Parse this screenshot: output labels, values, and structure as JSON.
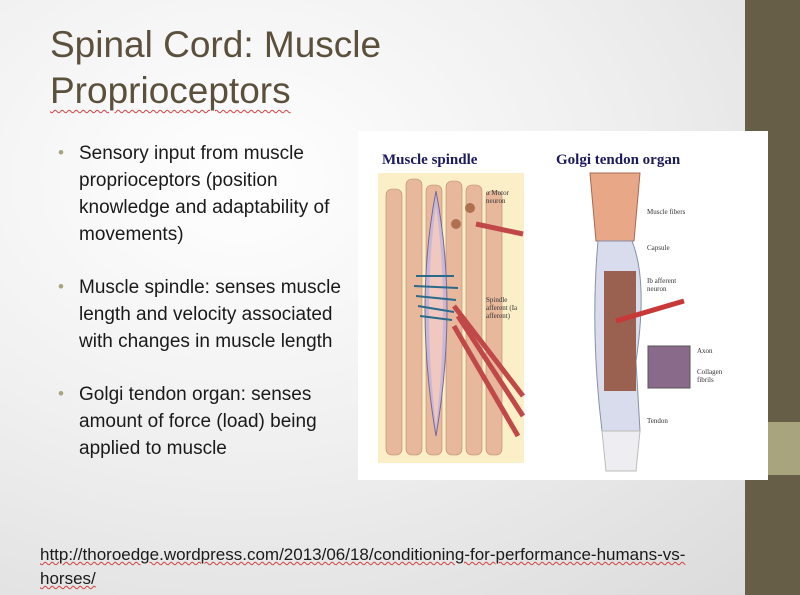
{
  "slide": {
    "title_line1": "Spinal Cord: Muscle",
    "title_line2": "Proprioceptors",
    "bullets": [
      {
        "text": "Sensory input from muscle proprioceptors (position knowledge and adaptability of movements)"
      },
      {
        "text": "Muscle spindle: senses muscle length and velocity associated with changes in muscle length"
      },
      {
        "text": "Golgi tendon organ: senses amount of force (load) being applied to muscle"
      }
    ],
    "source_url": "http://thoroedge.wordpress.com/2013/06/18/conditioning-for-performance-humans-vs-horses/"
  },
  "figure": {
    "left_title": "Muscle spindle",
    "right_title": "Golgi tendon organ",
    "labels": {
      "motor_neuron": "α Motor neuron",
      "spindle_afferent": "Spindle afferent (Ia afferent)",
      "muscle_fibers": "Muscle fibers",
      "capsule": "Capsule",
      "ib_afferent": "Ib afferent neuron",
      "axon": "Axon",
      "collagen": "Collagen fibrils",
      "tendon": "Tendon"
    }
  },
  "colors": {
    "sidebar": "#675e48",
    "accent": "#a8a57e",
    "title": "#5b503c"
  }
}
